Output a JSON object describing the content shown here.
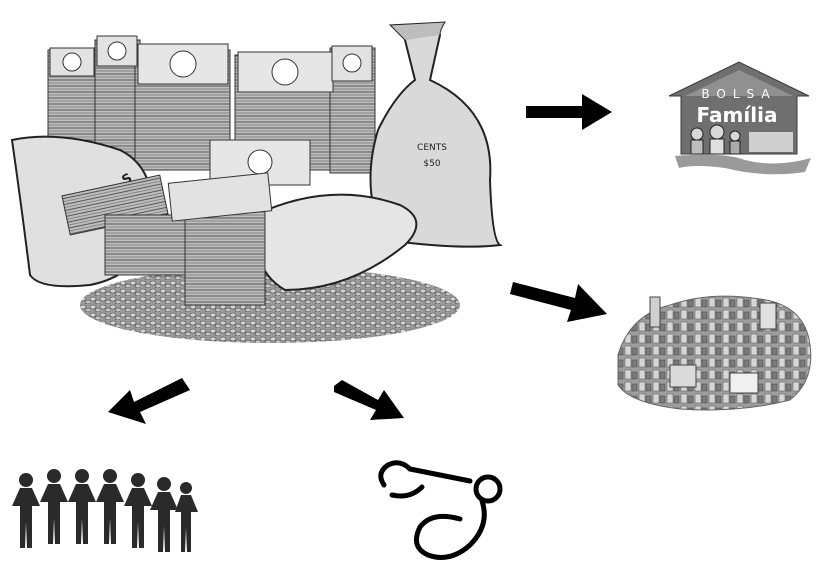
{
  "money": {
    "bag_left_label": "S",
    "bag_right_label_1": "CENTS",
    "bag_right_label_2": "$50"
  },
  "bolsa": {
    "top_label": "BOLSA",
    "main_label": "Família"
  }
}
